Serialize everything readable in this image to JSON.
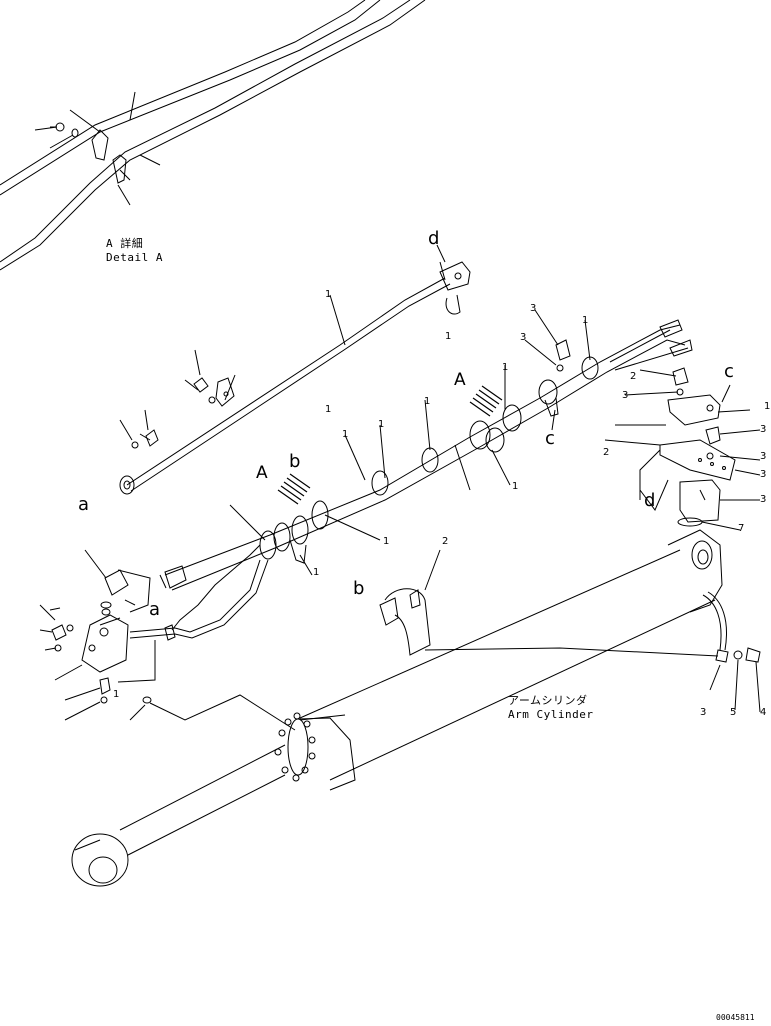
{
  "detail": {
    "title_jp": "A 詳細",
    "title_en": "Detail A"
  },
  "cylinder": {
    "name_jp": "アームシリンダ",
    "name_en": "Arm Cylinder"
  },
  "callouts": {
    "a": "a",
    "b": "b",
    "c": "c",
    "d": "d",
    "A": "A"
  },
  "part_numbers": {
    "one": "1",
    "two": "2",
    "three": "3",
    "four": "4",
    "five": "5",
    "seven": "7"
  },
  "drawing_code": "00045811"
}
